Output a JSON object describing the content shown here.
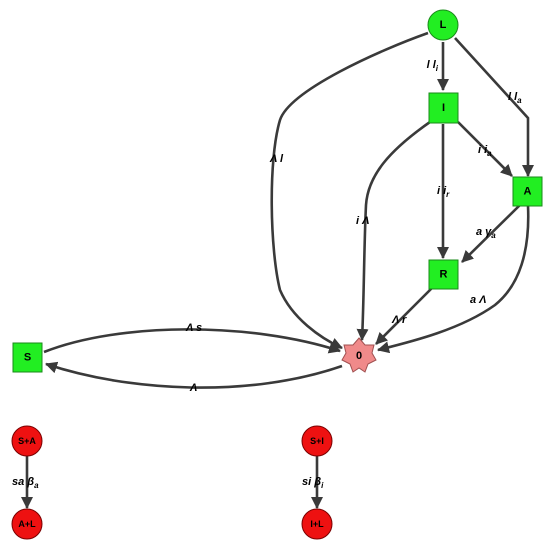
{
  "nodes": {
    "L": {
      "label": "L",
      "color": "#22ee22"
    },
    "I": {
      "label": "I",
      "color": "#22ee22"
    },
    "A": {
      "label": "A",
      "color": "#22ee22"
    },
    "R": {
      "label": "R",
      "color": "#22ee22"
    },
    "S": {
      "label": "S",
      "color": "#22ee22"
    },
    "sink": {
      "label": "0",
      "color": "#f08a8a"
    },
    "SA": {
      "label": "S+A",
      "color": "#ee1111"
    },
    "AL": {
      "label": "A+L",
      "color": "#ee1111"
    },
    "SI": {
      "label": "S+I",
      "color": "#ee1111"
    },
    "IL": {
      "label": "I+L",
      "color": "#ee1111"
    }
  },
  "edges": {
    "L_I": {
      "label": "l l",
      "sub": "i"
    },
    "L_A": {
      "label": "l l",
      "sub": "a"
    },
    "L_0": {
      "label": "Λ l"
    },
    "I_A": {
      "label": "i i",
      "sub": "a"
    },
    "I_R": {
      "label": "i i",
      "sub": "r"
    },
    "I_0": {
      "label": "i Λ"
    },
    "A_R": {
      "label": "a γ",
      "sub": "a"
    },
    "A_0": {
      "label": "a Λ"
    },
    "R_0": {
      "label": "Λ r"
    },
    "S_0": {
      "label": "Λ s"
    },
    "0_S": {
      "label": "Λ"
    },
    "SA_AL": {
      "label": "sa β",
      "sub": "a"
    },
    "SI_IL": {
      "label": "si β",
      "sub": "i"
    }
  }
}
